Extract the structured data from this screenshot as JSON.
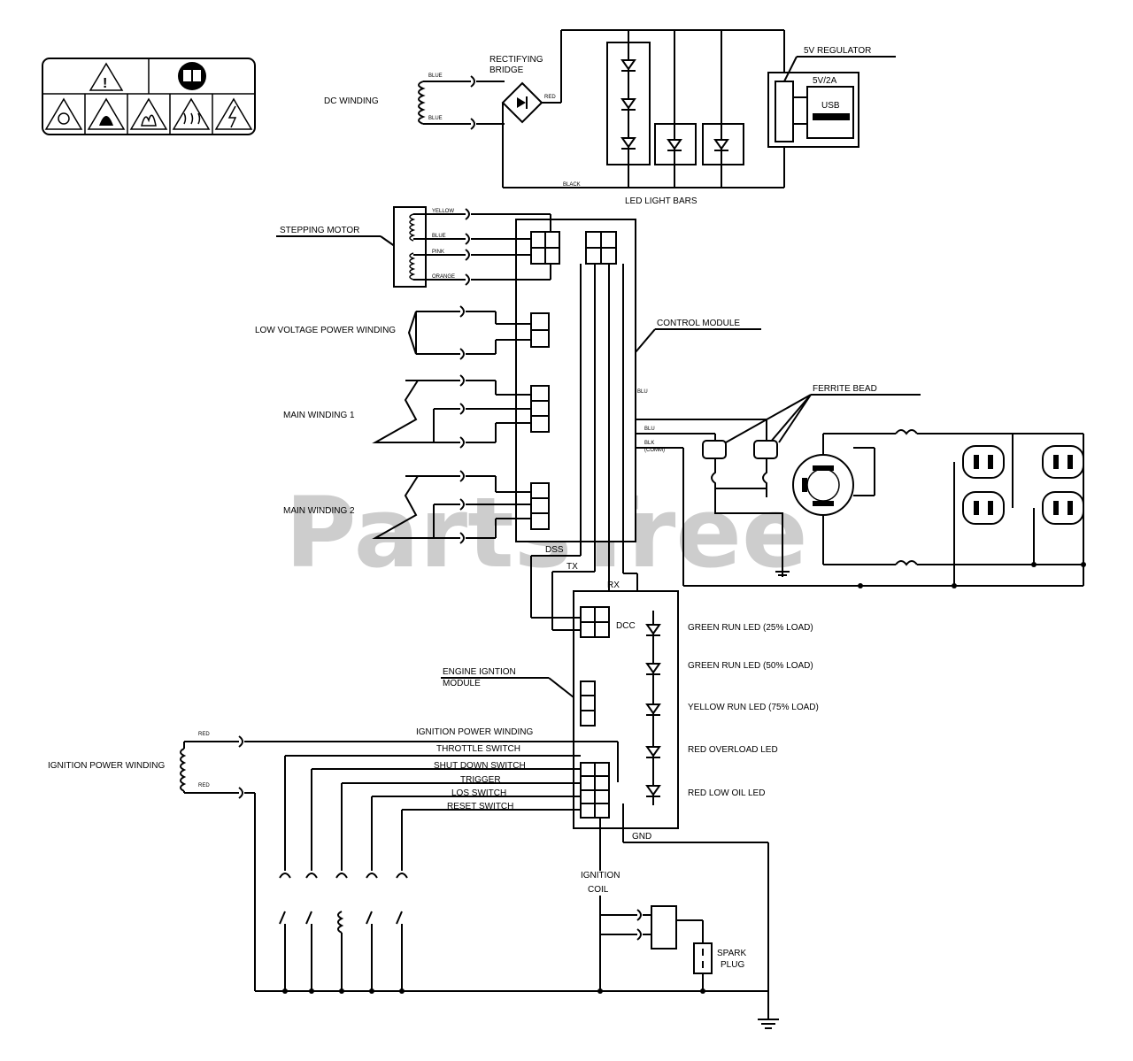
{
  "watermark": "PartsTree",
  "labels": {
    "dc_winding": "DC WINDING",
    "rectifying_bridge_1": "RECTIFYING",
    "rectifying_bridge_2": "BRIDGE",
    "blue_top": "BLUE",
    "blue_bottom": "BLUE",
    "red_bridge": "RED",
    "black_bridge": "BLACK",
    "led_light_bars": "LED LIGHT BARS",
    "regulator": "5V REGULATOR",
    "regulator_rating": "5V/2A",
    "usb": "USB",
    "stepping_motor": "STEPPING MOTOR",
    "yellow": "YELLOW",
    "blue_motor": "BLUE",
    "pink": "PINK",
    "orange": "ORANGE",
    "low_voltage_winding": "LOW VOLTAGE POWER WINDING",
    "control_module": "CONTROL MODULE",
    "main_winding_1": "MAIN WINDING 1",
    "main_winding_2": "MAIN WINDING 2",
    "ferrite_bead": "FERRITE BEAD",
    "blu1": "BLU",
    "blu2": "BLU",
    "blk": "BLK",
    "comm": "(COMM)",
    "dss": "DSS",
    "tx": "TX",
    "rx": "RX",
    "dcc": "DCC",
    "engine_ignition_1": "ENGINE IGNTION",
    "engine_ignition_2": "MODULE",
    "green_25": "GREEN RUN LED (25% LOAD)",
    "green_50": "GREEN RUN LED (50% LOAD)",
    "yellow_75": "YELLOW RUN LED (75% LOAD)",
    "red_overload": "RED OVERLOAD LED",
    "red_low_oil": "RED LOW OIL LED",
    "ignition_power_winding_left": "IGNITION POWER WINDING",
    "red_top": "RED",
    "red_bottom": "RED",
    "ignition_power_winding_line": "IGNITION POWER WINDING",
    "throttle_switch": "THROTTLE SWITCH",
    "shut_down_switch": "SHUT DOWN SWITCH",
    "trigger": "TRIGGER",
    "los_switch": "LOS SWITCH",
    "reset_switch": "RESET SWITCH",
    "gnd": "GND",
    "ignition_coil_1": "IGNITION",
    "ignition_coil_2": "COIL",
    "spark_plug_1": "SPARK",
    "spark_plug_2": "PLUG"
  },
  "warning_icons": [
    "warning-triangle-icon",
    "read-manual-icon",
    "exhaust-hazard-icon",
    "fire-hazard-icon",
    "flame-icon",
    "hot-surface-icon",
    "electric-shock-icon"
  ]
}
